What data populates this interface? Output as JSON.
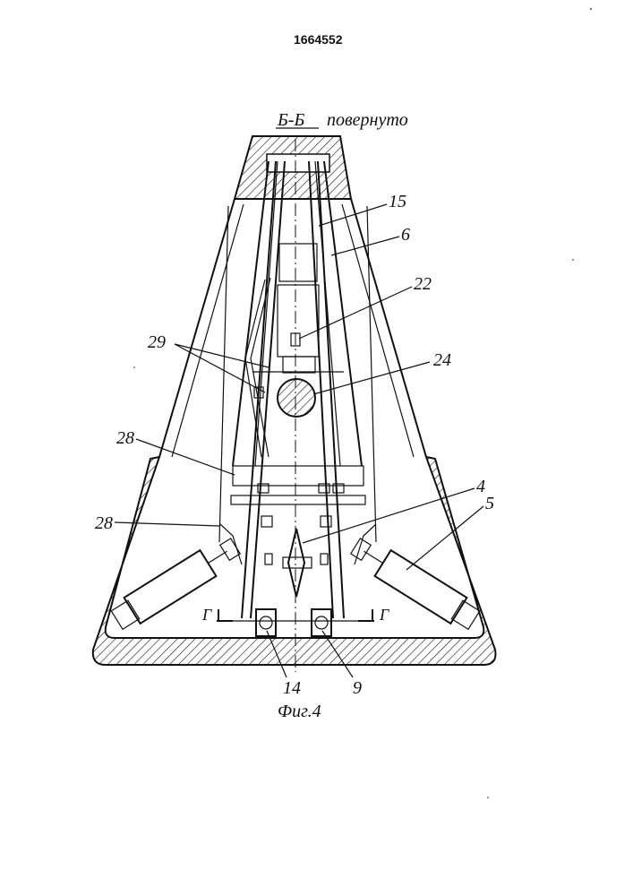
{
  "document": {
    "patent_number": "1664552",
    "section_label": "Б-Б",
    "section_note": "повернуто",
    "figure_caption": "Фиг.4",
    "cut_mark_letter": "Г"
  },
  "callouts": [
    {
      "id": "15",
      "text": "15"
    },
    {
      "id": "6",
      "text": "6"
    },
    {
      "id": "22",
      "text": "22"
    },
    {
      "id": "29",
      "text": "29"
    },
    {
      "id": "24",
      "text": "24"
    },
    {
      "id": "28a",
      "text": "28"
    },
    {
      "id": "28b",
      "text": "28"
    },
    {
      "id": "4",
      "text": "4"
    },
    {
      "id": "5",
      "text": "5"
    },
    {
      "id": "14",
      "text": "14"
    },
    {
      "id": "9",
      "text": "9"
    }
  ]
}
